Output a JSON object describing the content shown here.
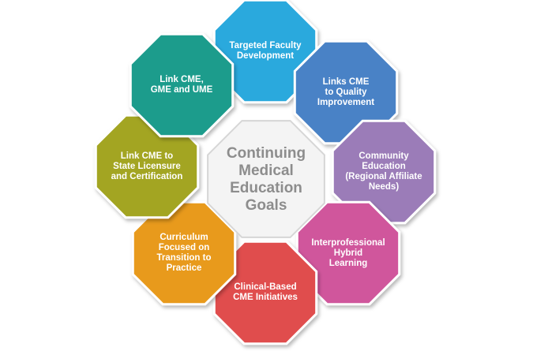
{
  "center": {
    "title": "Continuing\nMedical\nEducation\nGoals",
    "fill": "#f4f4f4",
    "stroke": "#d6d6d6",
    "text_color": "#8d8d8d"
  },
  "goals": [
    {
      "key": "targeted-faculty-development",
      "label": "Targeted Faculty\nDevelopment",
      "color": "#29a9dd"
    },
    {
      "key": "links-cme-quality-improvement",
      "label": "Links CME\nto Quality\nImprovement",
      "color": "#4a82c6"
    },
    {
      "key": "community-education",
      "label": "Community\nEducation\n(Regional Affiliate\nNeeds)",
      "color": "#9b7bb8"
    },
    {
      "key": "interprofessional-hybrid-learning",
      "label": "Interprofessional\nHybrid\nLearning",
      "color": "#d0579c"
    },
    {
      "key": "clinical-based-cme-initiatives",
      "label": "Clinical-Based\nCME Initiatives",
      "color": "#e04e4e"
    },
    {
      "key": "curriculum-transition-practice",
      "label": "Curriculum\nFocused on\nTransition to\nPractice",
      "color": "#e89a1e"
    },
    {
      "key": "link-cme-state-licensure",
      "label": "Link CME to\nState Licensure\nand Certification",
      "color": "#a3a522"
    },
    {
      "key": "link-cme-gme-ume",
      "label": "Link CME,\nGME and UME",
      "color": "#1f9c8c"
    }
  ]
}
